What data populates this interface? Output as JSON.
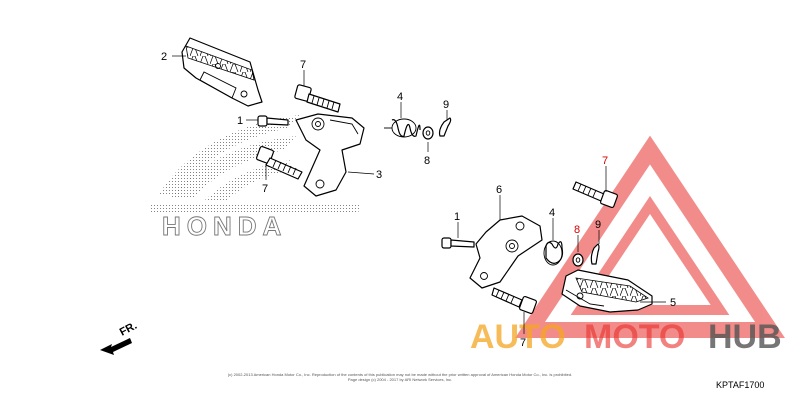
{
  "brand_text": "HONDA",
  "front_indicator": "FR.",
  "callouts": {
    "c_2": "2",
    "c_7_top": "7",
    "c_1_left": "1",
    "c_7_left": "7",
    "c_4_top": "4",
    "c_9_top": "9",
    "c_8_top": "8",
    "c_3": "3",
    "c_6": "6",
    "c_1_right": "1",
    "c_4_right": "4",
    "c_8_right": "8",
    "c_9_right": "9",
    "c_7_right_top": "7",
    "c_5": "5",
    "c_7_bottom": "7"
  },
  "watermark": {
    "word_a": "AUTO",
    "word_b": "MOTO",
    "word_c": "HUB"
  },
  "copyright_lines": [
    "(c) 2002-2013 American Honda Motor Co., Inc. Reproduction of the contents of this publication may not be made without the prior written approval of American Honda Motor Co., Inc. is prohibited.",
    "Page design (c) 2004 - 2017 by ARI Network Services, Inc."
  ],
  "diagram_code": "KPTAF1700",
  "colors": {
    "watermark_red": "#e8302c",
    "watermark_orange": "#f5a623",
    "watermark_gray": "#555555",
    "highlight_red": "#d40000"
  }
}
